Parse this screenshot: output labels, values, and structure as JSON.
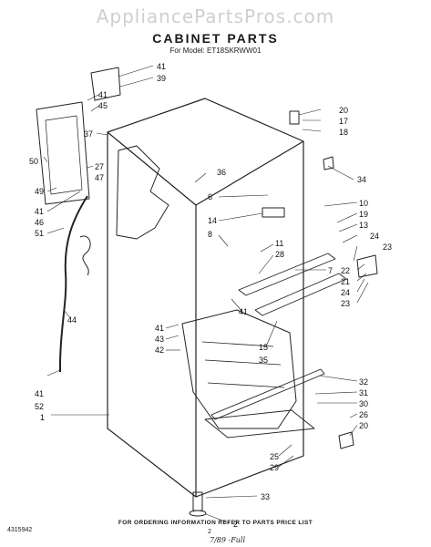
{
  "header": {
    "watermark": "AppliancePartsPros.com",
    "title": "CABINET PARTS",
    "model": "For Model: ET18SKRWW01"
  },
  "callouts": [
    "41",
    "39",
    "41",
    "45",
    "37",
    "50",
    "27",
    "47",
    "49",
    "41",
    "46",
    "51",
    "44",
    "41",
    "52",
    "1",
    "36",
    "6",
    "14",
    "8",
    "11",
    "28",
    "41",
    "41",
    "43",
    "42",
    "15",
    "35",
    "20",
    "17",
    "18",
    "34",
    "10",
    "19",
    "13",
    "24",
    "23",
    "22",
    "21",
    "24",
    "23",
    "7",
    "32",
    "31",
    "30",
    "26",
    "20",
    "25",
    "29",
    "33",
    "2"
  ],
  "footer": {
    "doc_number": "4315942",
    "note": "FOR ORDERING INFORMATION REFER TO PARTS PRICE LIST",
    "page": "2",
    "handwriting": "7/89 -Full"
  }
}
